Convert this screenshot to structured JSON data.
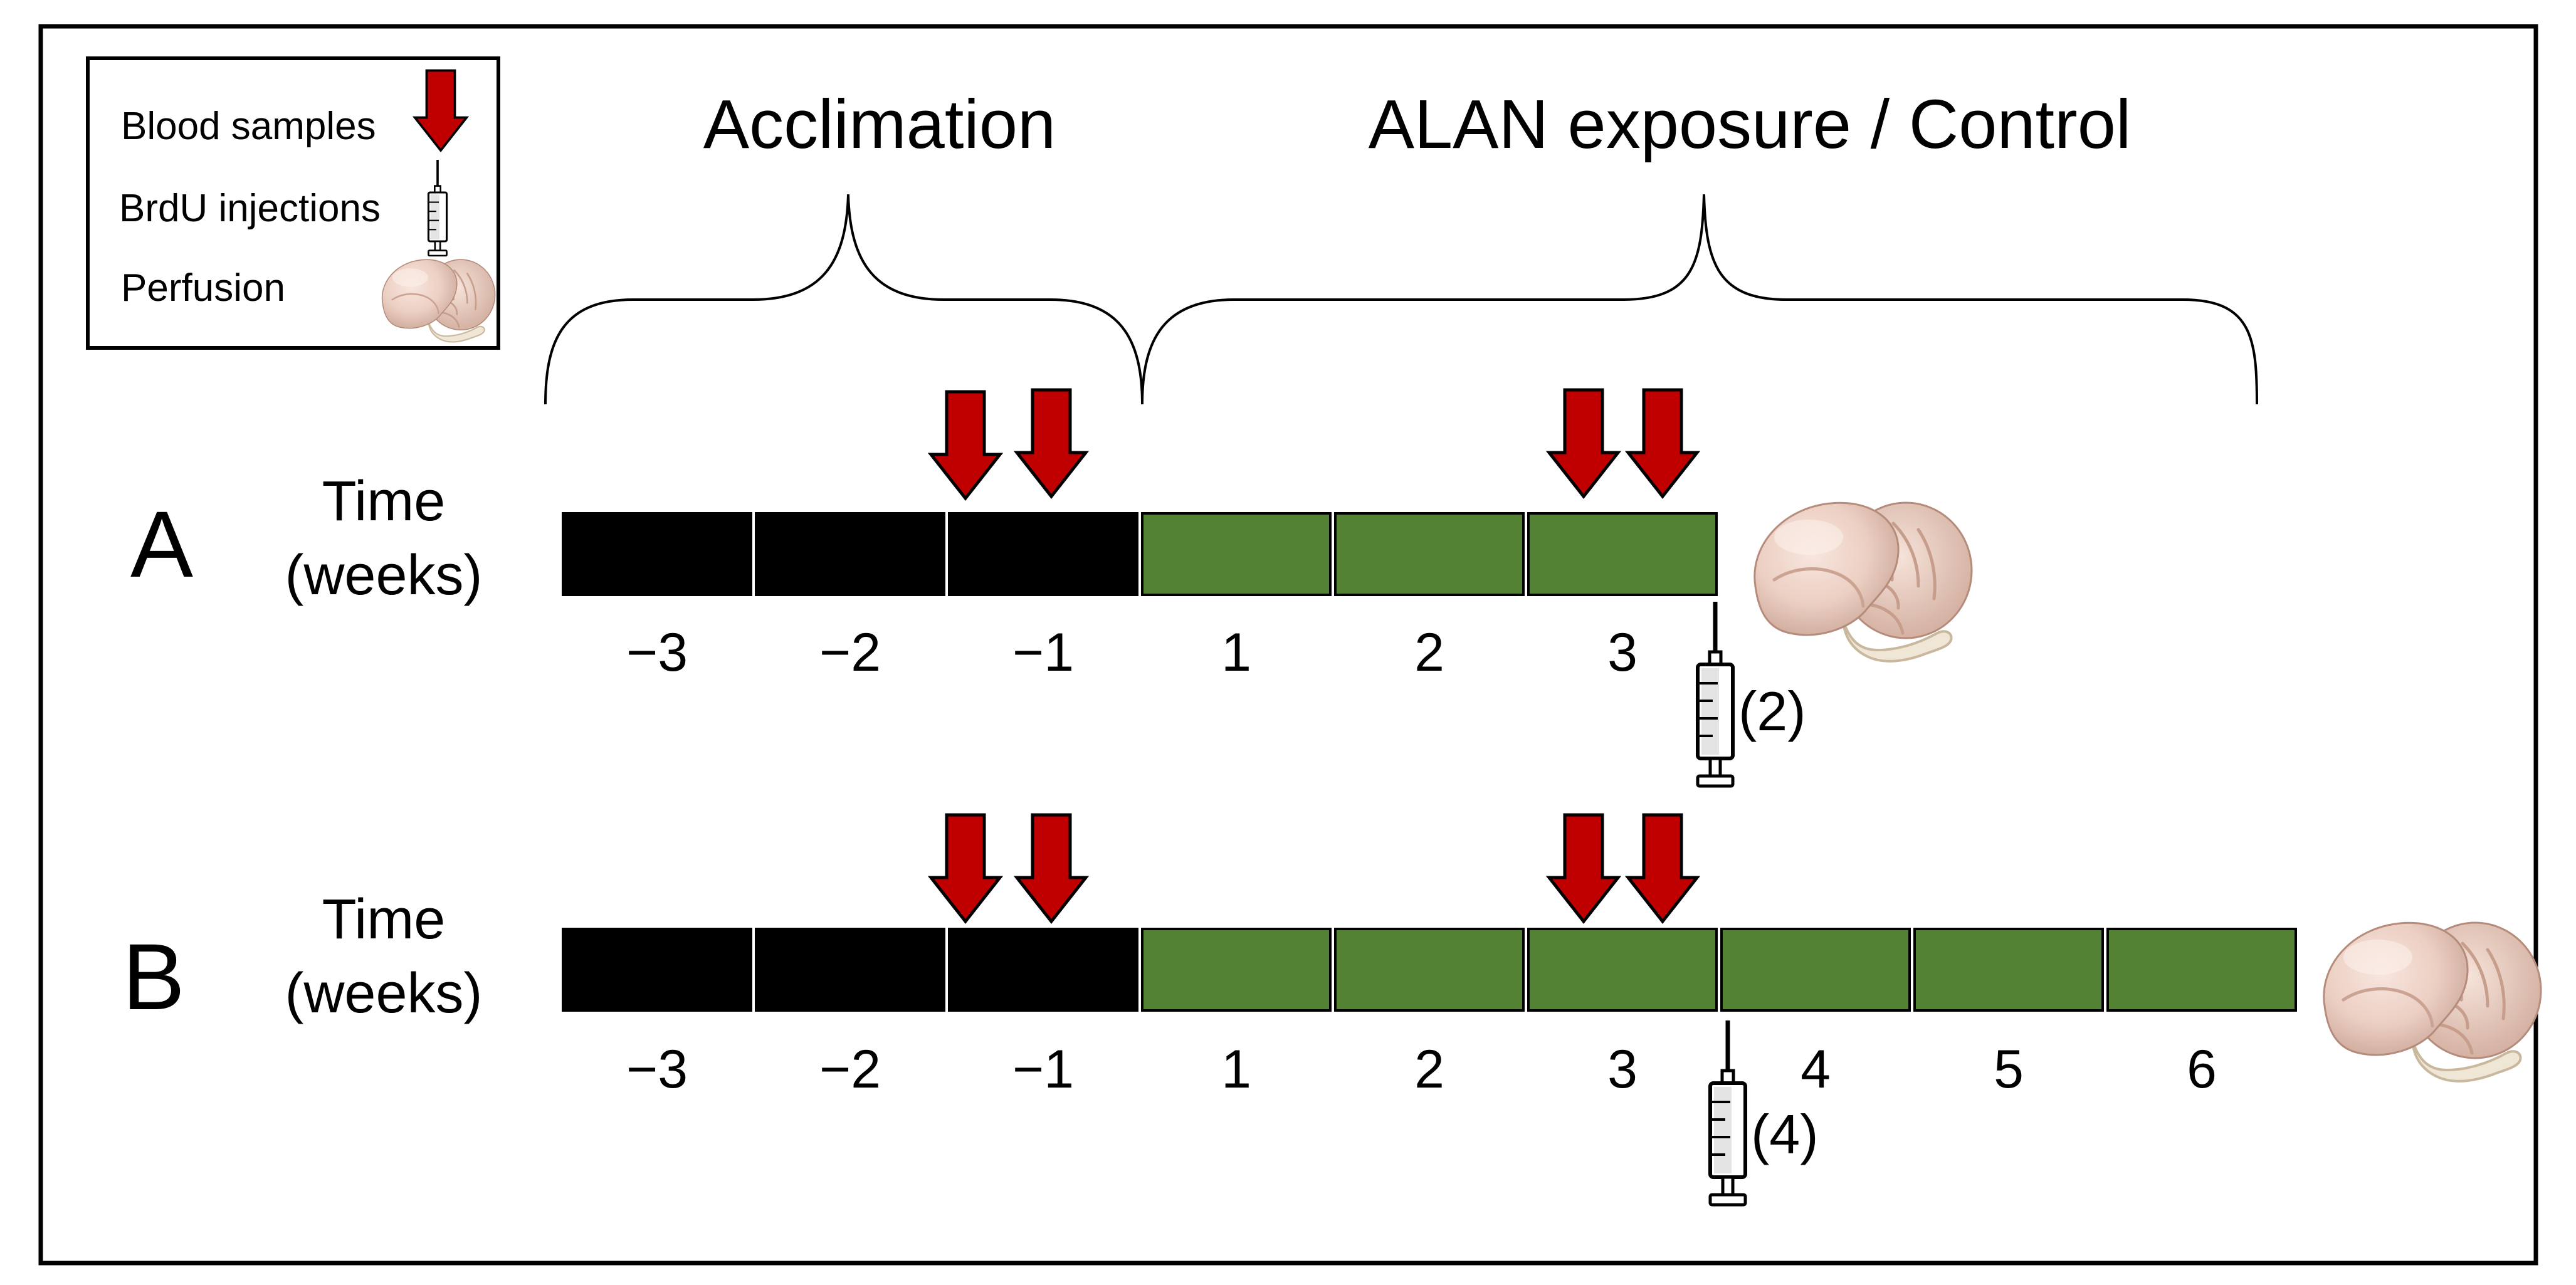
{
  "legend": {
    "blood_label": "Blood samples",
    "brdu_label": "BrdU injections",
    "perfusion_label": "Perfusion"
  },
  "phases": {
    "acclimation": "Acclimation",
    "exposure": "ALAN exposure / Control"
  },
  "panel_a": {
    "letter": "A",
    "time_line1": "Time",
    "time_line2": "(weeks)",
    "week_labels": [
      "−3",
      "−2",
      "−1",
      "1",
      "2",
      "3"
    ],
    "injection_count": "(2)"
  },
  "panel_b": {
    "letter": "B",
    "time_line1": "Time",
    "time_line2": "(weeks)",
    "week_labels": [
      "−3",
      "−2",
      "−1",
      "1",
      "2",
      "3",
      "4",
      "5",
      "6"
    ],
    "injection_count": "(4)"
  },
  "colors": {
    "acclimation_block": "#000000",
    "exposure_block": "#548235",
    "arrow": "#c00000"
  }
}
